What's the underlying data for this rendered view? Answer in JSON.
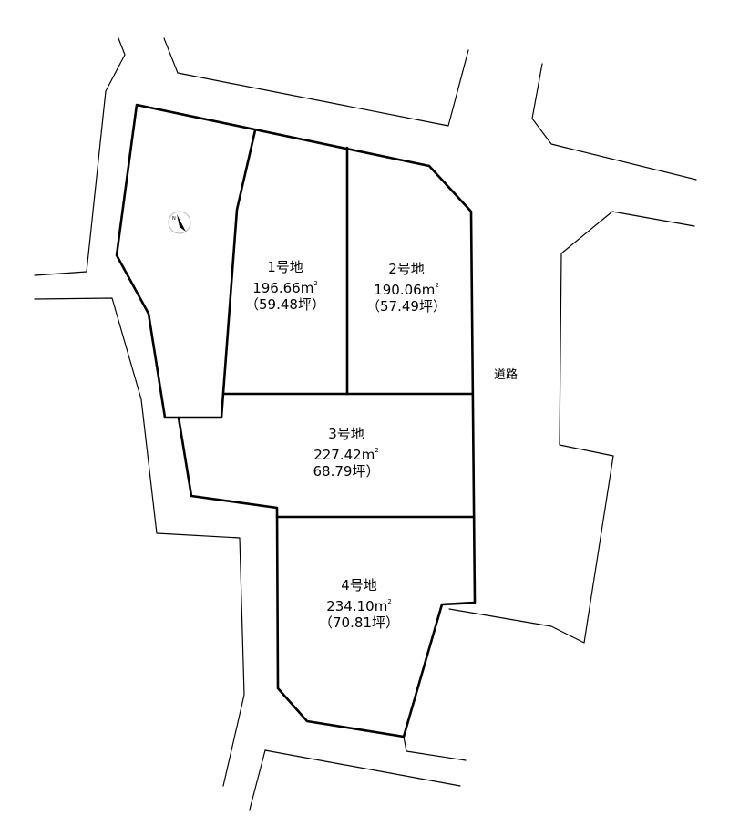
{
  "lots": [
    {
      "name": "1号地",
      "area_sqm": "196.66m",
      "sqm_sup": "2",
      "area_tsubo": "（59.48坪）"
    },
    {
      "name": "2号地",
      "area_sqm": "190.06m",
      "sqm_sup": "2",
      "area_tsubo": "（57.49坪）"
    },
    {
      "name": "3号地",
      "area_sqm": "227.42m",
      "sqm_sup": "2",
      "area_tsubo": "68.79坪）"
    },
    {
      "name": "4号地",
      "area_sqm": "234.10m",
      "sqm_sup": "2",
      "area_tsubo": "（70.81坪）"
    }
  ],
  "road_label": "道路",
  "compass_letter": "N",
  "colors": {
    "line": "#000000",
    "background": "#ffffff",
    "compass_ring": "#bbbbbb"
  }
}
